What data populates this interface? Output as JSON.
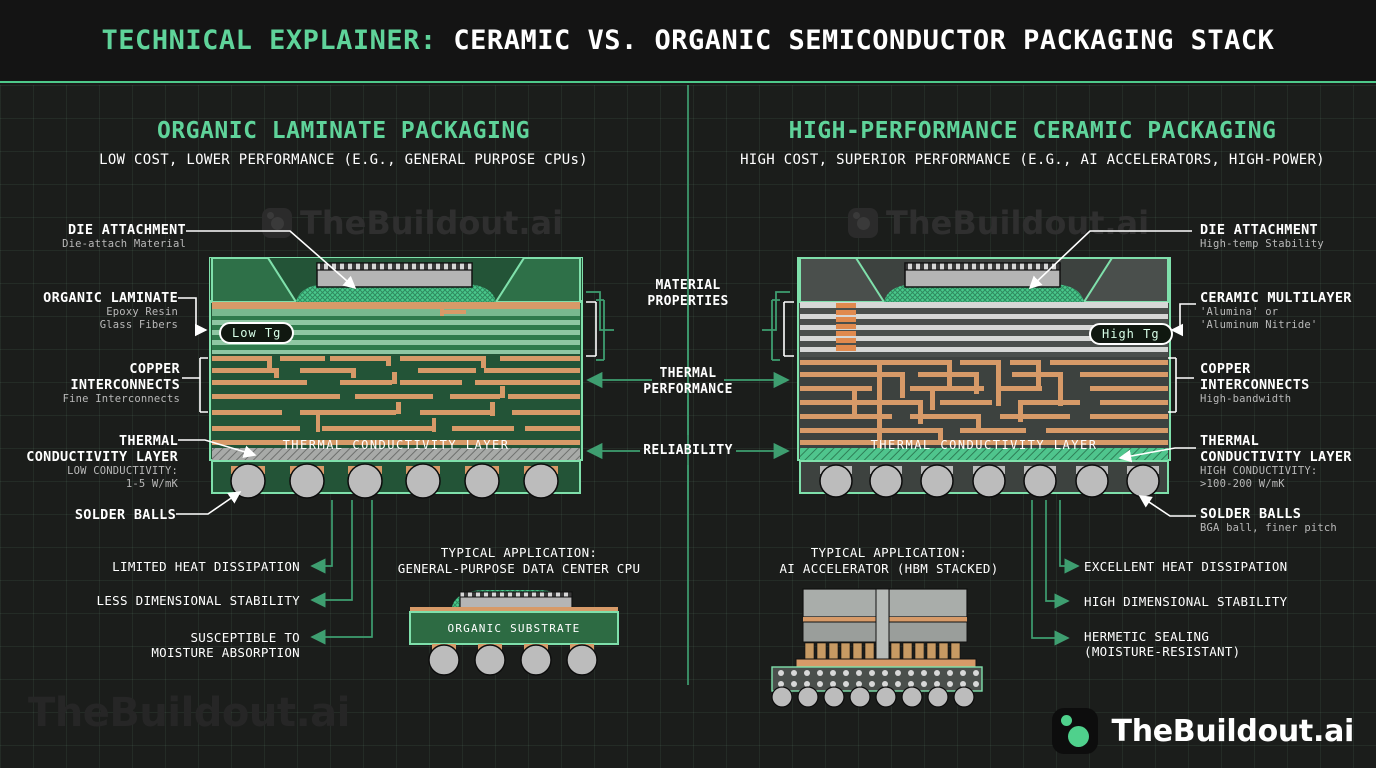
{
  "header": {
    "accent": "TECHNICAL EXPLAINER:",
    "main": "CERAMIC VS. ORGANIC SEMICONDUCTOR PACKAGING STACK"
  },
  "colors": {
    "accent_green": "#5fd39a",
    "arrow_green": "#3e9e70",
    "copper": "#d79a68",
    "organic_green": "#2d6b43",
    "ceramic_gray": "#4a4f4c",
    "background": "#1b1d1b",
    "header_bg": "#141414"
  },
  "left_panel": {
    "title": "ORGANIC LAMINATE PACKAGING",
    "subtitle": "LOW COST, LOWER PERFORMANCE (E.G., GENERAL PURPOSE CPUs)",
    "tg_pill": "Low Tg",
    "thermal_layer_label": "THERMAL CONDUCTIVITY LAYER",
    "callouts": [
      {
        "title": "DIE ATTACHMENT",
        "sub": "Die-attach Material"
      },
      {
        "title": "ORGANIC LAMINATE",
        "sub": "Epoxy Resin\nGlass Fibers"
      },
      {
        "title": "COPPER\nINTERCONNECTS",
        "sub": "Fine Interconnects"
      },
      {
        "title": "THERMAL\nCONDUCTIVITY LAYER",
        "sub": "LOW CONDUCTIVITY:\n1-5 W/mK"
      },
      {
        "title": "SOLDER BALLS",
        "sub": ""
      }
    ],
    "bullets": [
      "LIMITED HEAT DISSIPATION",
      "LESS DIMENSIONAL STABILITY",
      "SUSCEPTIBLE TO\nMOISTURE ABSORPTION"
    ],
    "application": {
      "line1": "TYPICAL APPLICATION:",
      "line2": "GENERAL-PURPOSE DATA CENTER CPU",
      "substrate_label": "ORGANIC SUBSTRATE"
    }
  },
  "right_panel": {
    "title": "HIGH-PERFORMANCE CERAMIC PACKAGING",
    "subtitle": "HIGH COST, SUPERIOR PERFORMANCE (E.G., AI ACCELERATORS, HIGH-POWER)",
    "tg_pill": "High Tg",
    "thermal_layer_label": "THERMAL CONDUCTIVITY LAYER",
    "callouts": [
      {
        "title": "DIE ATTACHMENT",
        "sub": "High-temp Stability"
      },
      {
        "title": "CERAMIC MULTILAYER",
        "sub": "'Alumina' or\n'Aluminum Nitride'"
      },
      {
        "title": "COPPER\nINTERCONNECTS",
        "sub": "High-bandwidth"
      },
      {
        "title": "THERMAL\nCONDUCTIVITY LAYER",
        "sub": "HIGH CONDUCTIVITY:\n>100-200 W/mK"
      },
      {
        "title": "SOLDER BALLS",
        "sub": "BGA ball, finer pitch"
      }
    ],
    "bullets": [
      "EXCELLENT HEAT DISSIPATION",
      "HIGH DIMENSIONAL STABILITY",
      "HERMETIC SEALING\n(MOISTURE-RESISTANT)"
    ],
    "application": {
      "line1": "TYPICAL APPLICATION:",
      "line2": "AI ACCELERATOR (HBM STACKED)"
    }
  },
  "comparisons": [
    "MATERIAL\nPROPERTIES",
    "THERMAL\nPERFORMANCE",
    "RELIABILITY"
  ],
  "watermarks": {
    "top_left": "TheBuildout.ai",
    "top_right": "TheBuildout.ai",
    "bottom_left": "TheBuildout.ai"
  },
  "logo": {
    "text": "TheBuildout.ai"
  }
}
